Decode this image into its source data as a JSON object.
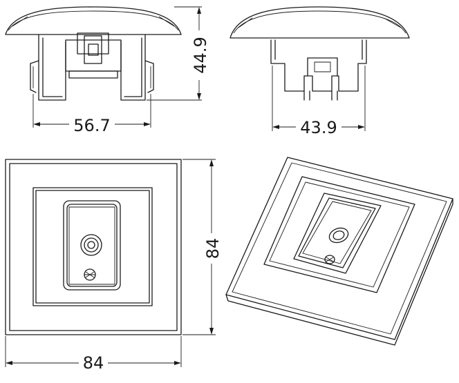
{
  "dimensions": {
    "side_width": "56.7",
    "side_depth": "44.9",
    "end_width": "43.9",
    "front_height": "84",
    "front_width": "84"
  }
}
